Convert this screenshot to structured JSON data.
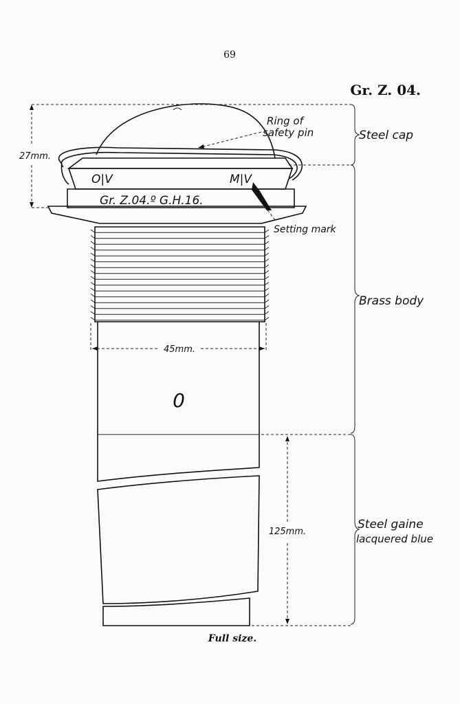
{
  "page": {
    "number": "69",
    "heading": "Gr. Z. 04.",
    "caption": "Full size."
  },
  "labels": {
    "ring": [
      "Ring of",
      "safety pin"
    ],
    "steel_cap": "Steel cap",
    "dim_height": "27mm.",
    "left_mark": "O|V",
    "right_mark": "M|V",
    "band_text": "Gr. Z.04.º   G.H.16.",
    "setting_mark": "Setting mark",
    "brass_body": "Brass body",
    "dim_width": "45mm.",
    "body_mark": "0",
    "dim_length": "125mm.",
    "gaine": [
      "Steel gaine",
      "lacquered blue"
    ]
  },
  "colors": {
    "ink": "#111111",
    "paper": "#fbfbf9"
  }
}
